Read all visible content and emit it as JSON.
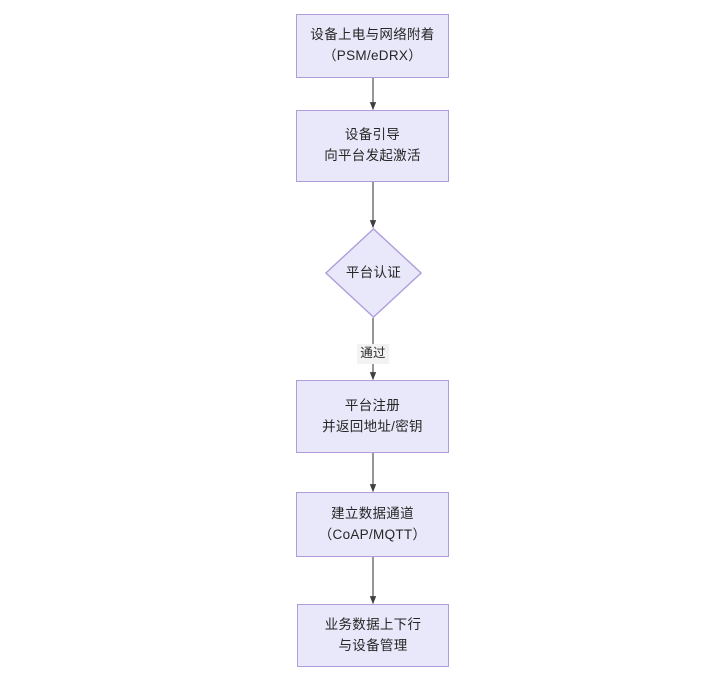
{
  "diagram": {
    "type": "flowchart",
    "orientation": "top-to-bottom",
    "background_color": "#ffffff",
    "node_fill_color": "#e9e8fa",
    "node_border_color": "#b09cdb",
    "text_color": "#262626",
    "edge_color": "#3f3f3f",
    "nodes": [
      {
        "id": "power-on",
        "shape": "rectangle",
        "line1": "设备上电与网络附着",
        "line2": "（PSM/eDRX）"
      },
      {
        "id": "bootstrap",
        "shape": "rectangle",
        "line1": "设备引导",
        "line2": "向平台发起激活"
      },
      {
        "id": "platform-auth",
        "shape": "diamond",
        "line1": "平台认证",
        "line2": ""
      },
      {
        "id": "platform-register",
        "shape": "rectangle",
        "line1": "平台注册",
        "line2": "并返回地址/密钥"
      },
      {
        "id": "data-channel",
        "shape": "rectangle",
        "line1": "建立数据通道",
        "line2": "（CoAP/MQTT）"
      },
      {
        "id": "service-data",
        "shape": "rectangle",
        "line1": "业务数据上下行",
        "line2": "与设备管理"
      }
    ],
    "edges": [
      {
        "from": "power-on",
        "to": "bootstrap",
        "label": ""
      },
      {
        "from": "bootstrap",
        "to": "platform-auth",
        "label": ""
      },
      {
        "from": "platform-auth",
        "to": "platform-register",
        "label": "通过"
      },
      {
        "from": "platform-register",
        "to": "data-channel",
        "label": ""
      },
      {
        "from": "data-channel",
        "to": "service-data",
        "label": ""
      }
    ]
  }
}
